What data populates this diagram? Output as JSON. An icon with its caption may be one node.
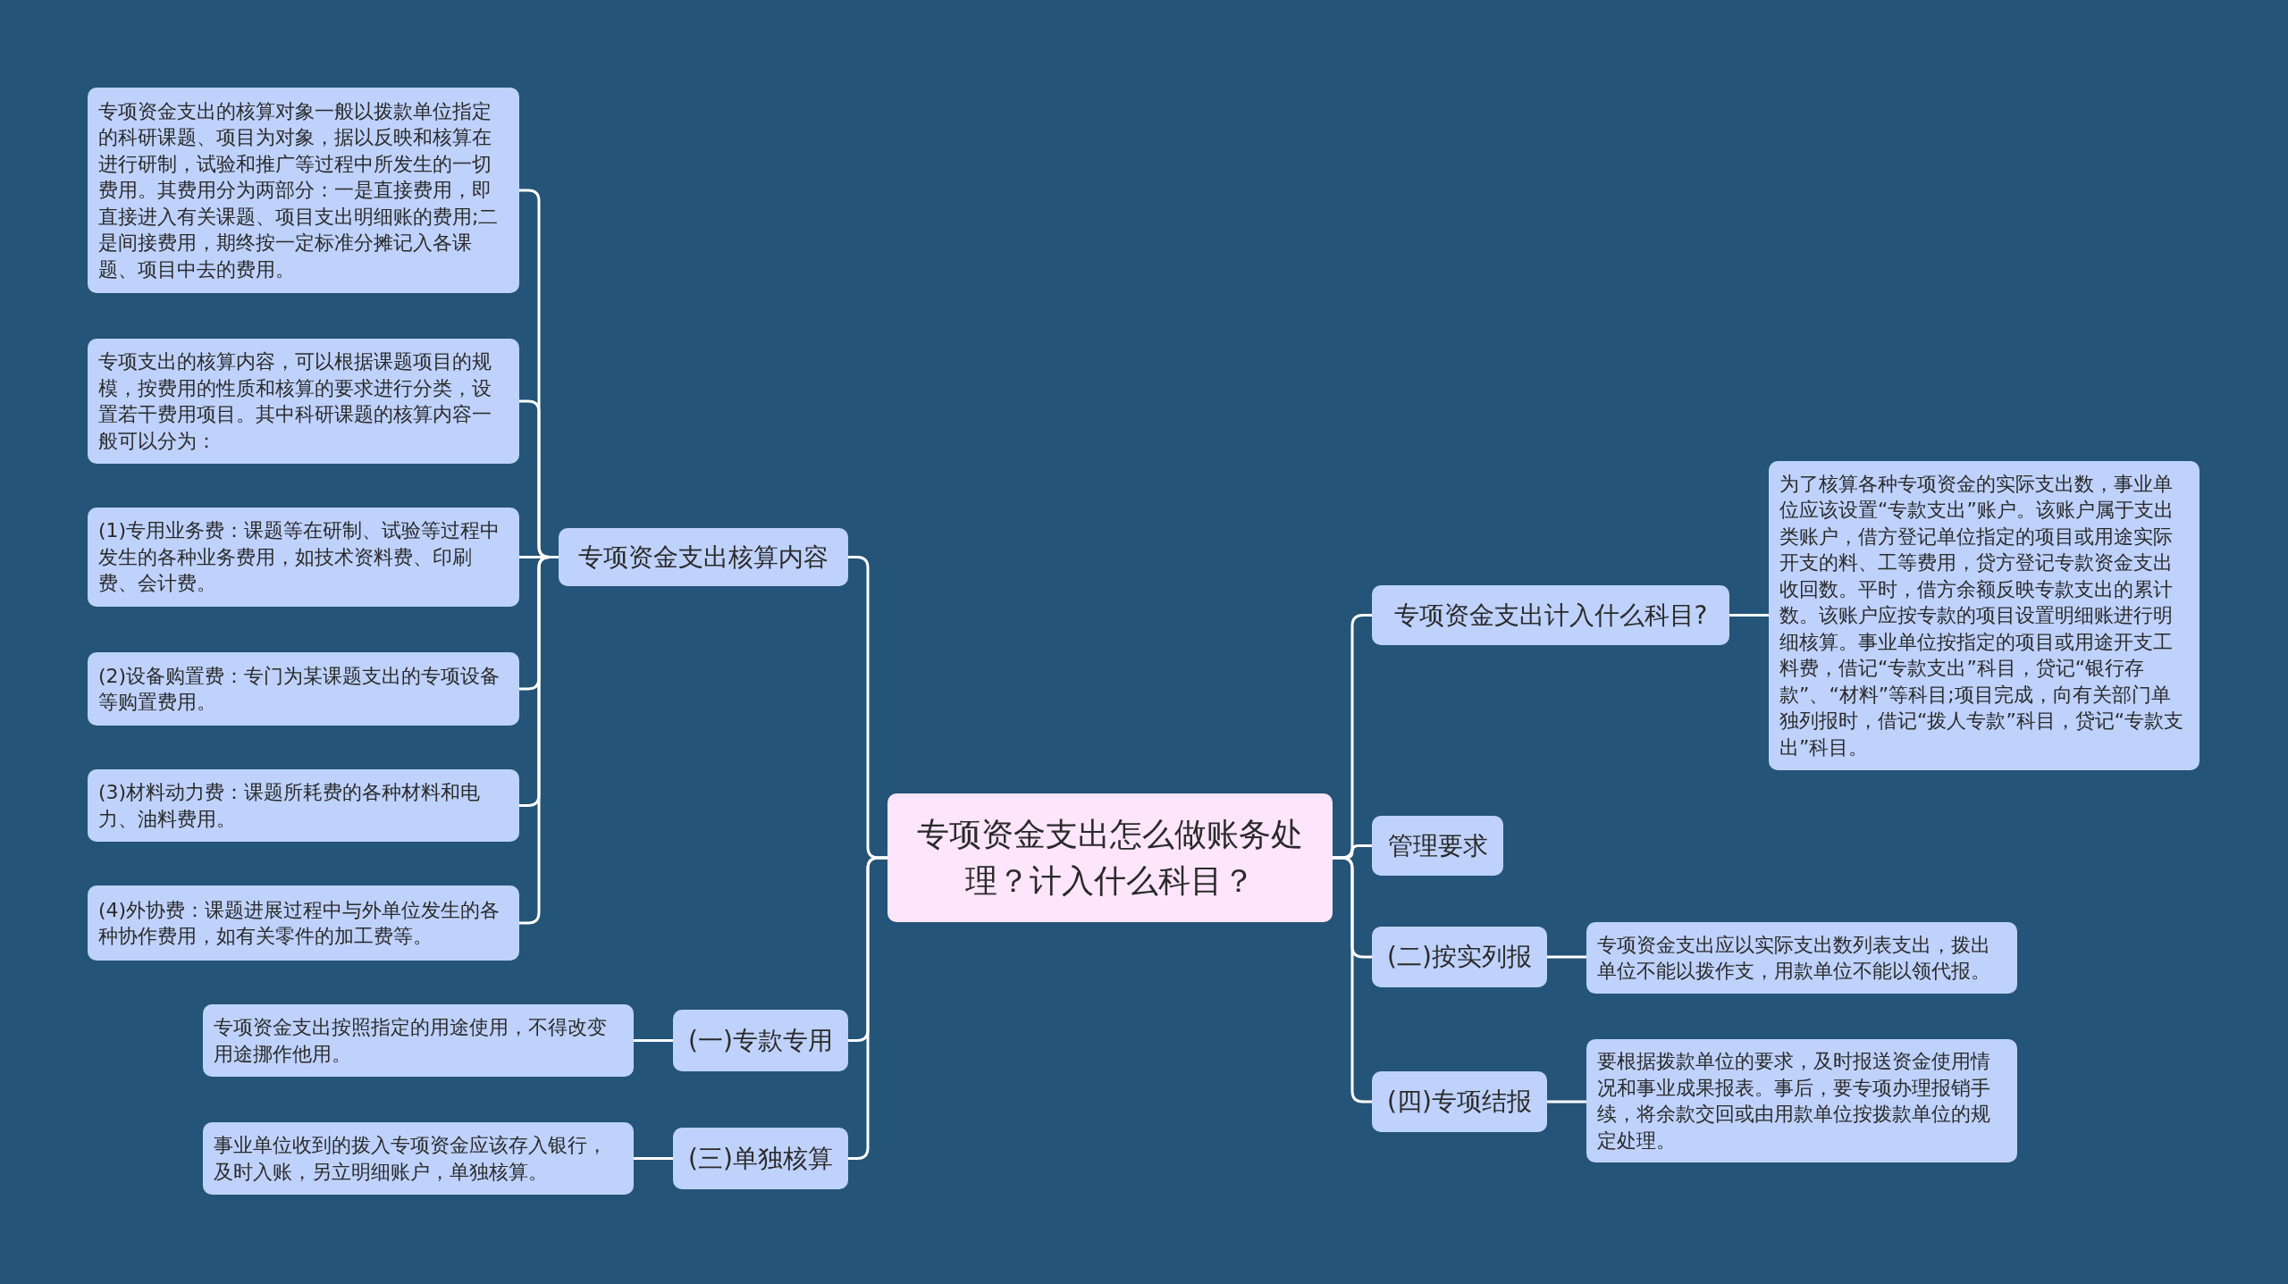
{
  "diagram": {
    "nodes": [
      {
        "text": [
          "专项资金支出怎么做账务处理？计入什么科目？"
        ]
      },
      {
        "text": [
          "专项资金支出核算内容"
        ]
      },
      {
        "text": [
          "专项资金支出的核算对象一般以拨款单位指定的科研课题、项目为对象，据以反映和核算在进行研制，试验和推广等过程中所发生的一切费用。其费用分为两部分：一是直接费用，即直接进入有关课题、项目支出明细账的费用;二是间接费用，期终按一定标准分摊记入各课题、项目中去的费用。"
        ]
      },
      {
        "text": [
          "专项支出的核算内容，可以根据课题项目的规模，按费用的性质和核算的要求进行分类，设置若干费用项目。其中科研课题的核算内容一般可以分为："
        ]
      },
      {
        "text": [
          "(1)专用业务费：课题等在研制、试验等过程中发生的各种业务费用，如技术资料费、印刷费、会计费。"
        ]
      },
      {
        "text": [
          "(2)设备购置费：专门为某课题支出的专项设备等购置费用。"
        ]
      },
      {
        "text": [
          "(3)材料动力费：课题所耗费的各种材料和电力、油料费用。"
        ]
      },
      {
        "text": [
          "(4)外协费：课题进展过程中与外单位发生的各种协作费用，如有关零件的加工费等。"
        ]
      },
      {
        "text": [
          "(一)专款专用"
        ]
      },
      {
        "text": [
          "专项资金支出按照指定的用途使用，不得改变用途挪作他用。"
        ]
      },
      {
        "text": [
          "(三)单独核算"
        ]
      },
      {
        "text": [
          "事业单位收到的拨入专项资金应该存入银行，及时入账，另立明细账户，单独核算。"
        ]
      },
      {
        "text": [
          "专项资金支出计入什么科目?"
        ]
      },
      {
        "text": [
          "为了核算各种专项资金的实际支出数，事业单位应该设置“专款支出”账户。该账户属于支出类账户，借方登记单位指定的项目或用途实际开支的料、工等费用，贷方登记专款资金支出收回数。平时，借方余额反映专款支出的累计数。该账户应按专款的项目设置明细账进行明细核算。事业单位按指定的项目或用途开支工料费，借记“专款支出”科目，贷记“银行存款”、“材料”等科目;项目完成，向有关部门单独列报时，借记“拨人专款”科目，贷记“专款支出”科目。"
        ]
      },
      {
        "text": [
          "管理要求"
        ]
      },
      {
        "text": [
          "(二)按实列报"
        ]
      },
      {
        "text": [
          "专项资金支出应以实际支出数列表支出，拨出单位不能以拨作支，用款单位不能以领代报。"
        ]
      },
      {
        "text": [
          "(四)专项结报"
        ]
      },
      {
        "text": [
          "要根据拨款单位的要求，及时报送资金使用情况和事业成果报表。事后，要专项办理报销手续，将余款交回或由用款单位按拨款单位的规定处理。"
        ]
      }
    ],
    "edges": [
      {
        "from": 0,
        "to": 1,
        "arrow": "none"
      },
      {
        "from": 1,
        "to": 2,
        "arrow": "none"
      },
      {
        "from": 1,
        "to": 3,
        "arrow": "none"
      },
      {
        "from": 1,
        "to": 4,
        "arrow": "none"
      },
      {
        "from": 1,
        "to": 5,
        "arrow": "none"
      },
      {
        "from": 1,
        "to": 6,
        "arrow": "none"
      },
      {
        "from": 1,
        "to": 7,
        "arrow": "none"
      },
      {
        "from": 0,
        "to": 8,
        "arrow": "none"
      },
      {
        "from": 8,
        "to": 9,
        "arrow": "none"
      },
      {
        "from": 0,
        "to": 10,
        "arrow": "none"
      },
      {
        "from": 10,
        "to": 11,
        "arrow": "none"
      },
      {
        "from": 0,
        "to": 12,
        "arrow": "none"
      },
      {
        "from": 12,
        "to": 13,
        "arrow": "none"
      },
      {
        "from": 0,
        "to": 14,
        "arrow": "none"
      },
      {
        "from": 0,
        "to": 15,
        "arrow": "none"
      },
      {
        "from": 15,
        "to": 16,
        "arrow": "none"
      },
      {
        "from": 0,
        "to": 17,
        "arrow": "none"
      },
      {
        "from": 17,
        "to": 18,
        "arrow": "none"
      }
    ]
  }
}
